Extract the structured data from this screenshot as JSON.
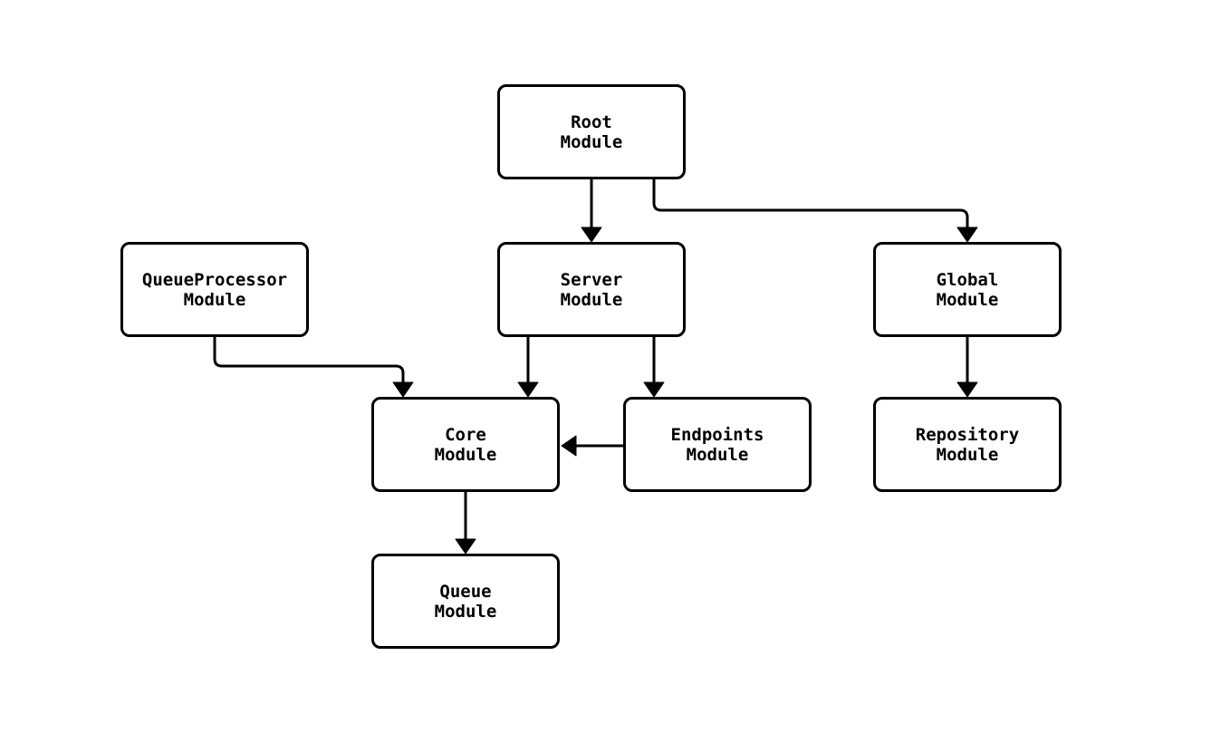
{
  "diagram": {
    "type": "flowchart",
    "orientation": "top-down",
    "background_color": "#ffffff",
    "node_fill_color": "#ffffff",
    "node_border_color": "#000000",
    "edge_color": "#000000",
    "text_color": "#000000",
    "nodes": [
      {
        "id": "root",
        "line1": "Root",
        "line2": "Module"
      },
      {
        "id": "queueprocessor",
        "line1": "QueueProcessor",
        "line2": "Module"
      },
      {
        "id": "server",
        "line1": "Server",
        "line2": "Module"
      },
      {
        "id": "global",
        "line1": "Global",
        "line2": "Module"
      },
      {
        "id": "core",
        "line1": "Core",
        "line2": "Module"
      },
      {
        "id": "endpoints",
        "line1": "Endpoints",
        "line2": "Module"
      },
      {
        "id": "repository",
        "line1": "Repository",
        "line2": "Module"
      },
      {
        "id": "queue",
        "line1": "Queue",
        "line2": "Module"
      }
    ],
    "edges": [
      {
        "from": "Root Module",
        "to": "Server Module"
      },
      {
        "from": "Root Module",
        "to": "Global Module"
      },
      {
        "from": "QueueProcessor Module",
        "to": "Core Module"
      },
      {
        "from": "Server Module",
        "to": "Core Module"
      },
      {
        "from": "Server Module",
        "to": "Endpoints Module"
      },
      {
        "from": "Endpoints Module",
        "to": "Core Module"
      },
      {
        "from": "Global Module",
        "to": "Repository Module"
      },
      {
        "from": "Core Module",
        "to": "Queue Module"
      }
    ]
  }
}
